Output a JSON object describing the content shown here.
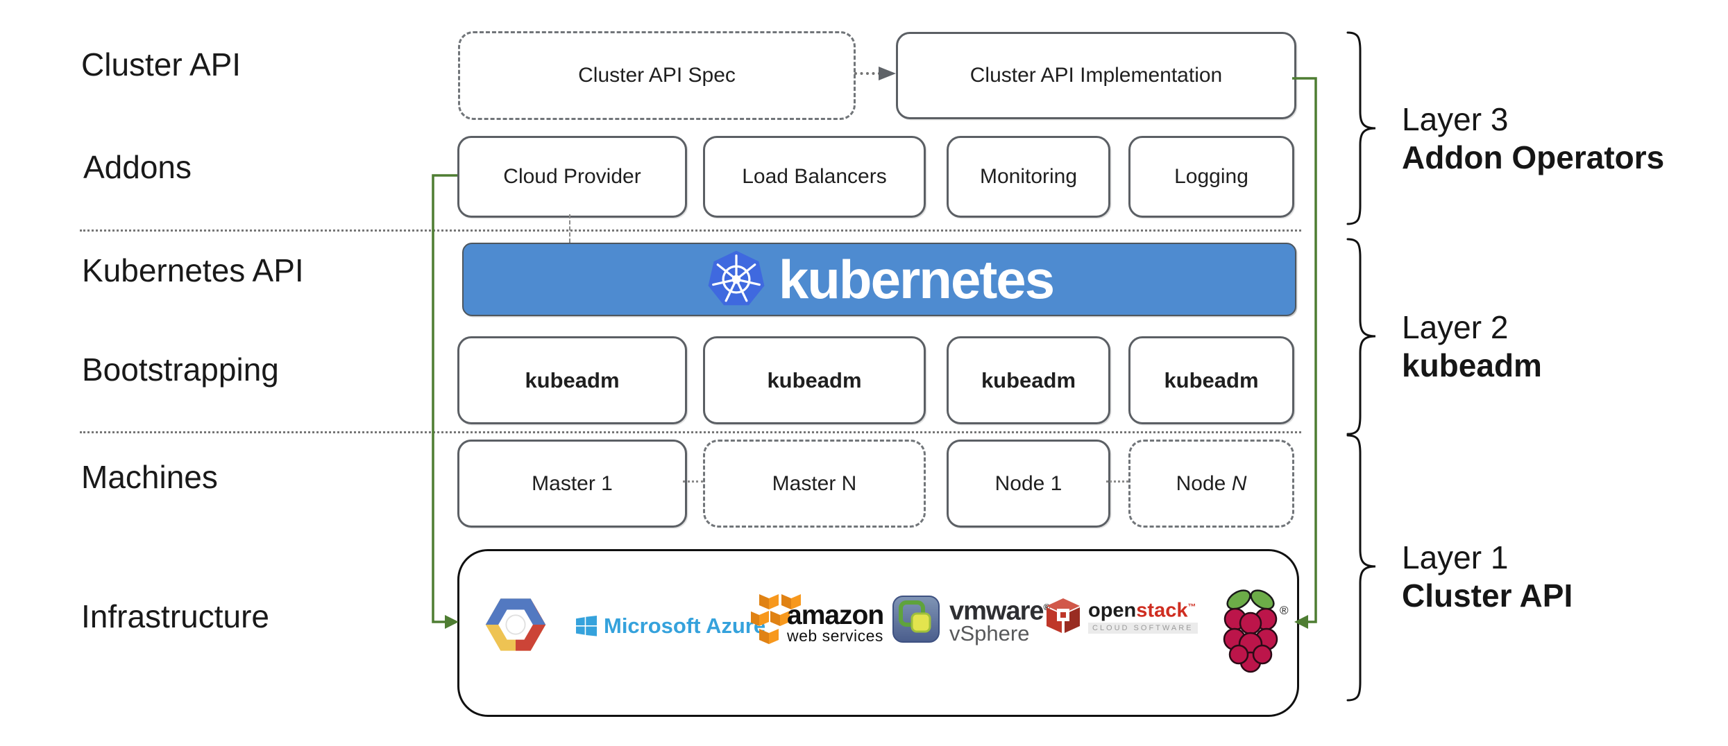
{
  "row_labels": {
    "cluster_api": "Cluster API",
    "addons": "Addons",
    "kubernetes_api": "Kubernetes API",
    "bootstrapping": "Bootstrapping",
    "machines": "Machines",
    "infrastructure": "Infrastructure"
  },
  "top_row": {
    "spec": "Cluster API Spec",
    "implementation": "Cluster API Implementation"
  },
  "addons": {
    "items": [
      "Cloud Provider",
      "Load Balancers",
      "Monitoring",
      "Logging"
    ]
  },
  "banner": {
    "text": "kubernetes"
  },
  "bootstrapping": {
    "items": [
      "kubeadm",
      "kubeadm",
      "kubeadm",
      "kubeadm"
    ]
  },
  "machines": {
    "master1": "Master 1",
    "masterN": "Master N",
    "node1": "Node 1",
    "nodeN_prefix": "Node ",
    "nodeN_suffix": "N"
  },
  "layers": [
    {
      "title": "Layer 3",
      "name": "Addon Operators"
    },
    {
      "title": "Layer 2",
      "name": "kubeadm"
    },
    {
      "title": "Layer 1",
      "name": "Cluster API"
    }
  ],
  "infrastructure_logos": {
    "providers": [
      "google-cloud",
      "microsoft-azure",
      "amazon-web-services",
      "vmware-vsphere",
      "openstack",
      "raspberry-pi"
    ],
    "azure_text": "Microsoft Azure",
    "aws_line1": "amazon",
    "aws_line2": "web services",
    "vmware_line1": "vmware",
    "vmware_reg": "®",
    "vmware_line2": "vSphere",
    "openstack_open": "open",
    "openstack_stack": "stack",
    "openstack_tm": "™",
    "openstack_sub": "CLOUD SOFTWARE",
    "rpi_reg": "®"
  },
  "colors": {
    "banner_blue": "#4e8bd0",
    "k8s_logo_blue": "#3f69df",
    "arrow_green": "#4e7d32",
    "azure_blue": "#35a2dc",
    "aws_orange": "#f7981d",
    "openstack_red": "#c0392b",
    "raspberry_crimson": "#bc154a",
    "leaf_green": "#6cac48",
    "box_border_gray": "#5b5f64"
  }
}
